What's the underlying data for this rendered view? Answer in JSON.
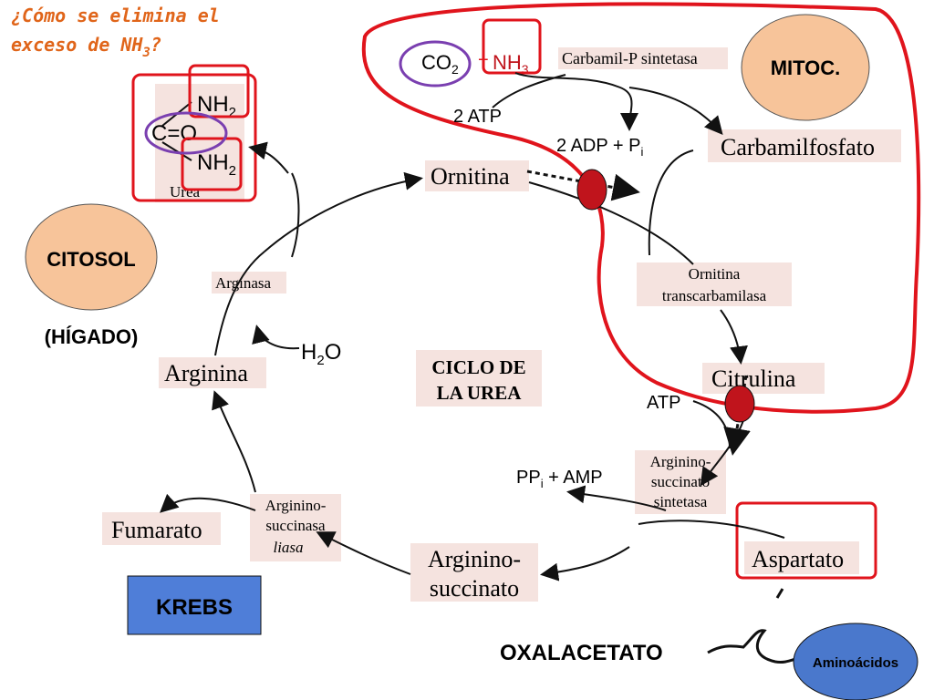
{
  "question": {
    "line1": "¿Cómo se elimina el",
    "line2_main": "exceso de NH",
    "line2_sub": "3",
    "line2_end": "?"
  },
  "compartments": {
    "mitochondria": "MITOC.",
    "cytosol": "CITOSOL",
    "liver": "(HÍGADO)"
  },
  "center_title": {
    "line1": "CICLO DE",
    "line2": "LA UREA"
  },
  "reactants": {
    "co2": "CO",
    "co2_sub": "2",
    "plus": "+",
    "nh3": "NH",
    "nh3_sub": "3",
    "atp_two": "2 ATP",
    "adp": "2 ADP + P",
    "adp_sub": "i",
    "atp": "ATP",
    "ppi_amp": "PP",
    "ppi_sub": "i",
    "ppi_rest": " + AMP",
    "h2o": "H",
    "h2o_sub": "2",
    "h2o_end": "O"
  },
  "urea": {
    "nh2_top": "NH",
    "nh2_top_sub": "2",
    "co": "C=O",
    "nh2_bot": "NH",
    "nh2_bot_sub": "2",
    "label": "Urea"
  },
  "metabolites": {
    "carbamilfosfato": "Carbamilfosfato",
    "ornitina": "Ornitina",
    "citrulina": "Citrulina",
    "arginina": "Arginina",
    "fumarato": "Fumarato",
    "aspartato": "Aspartato",
    "argininosuccinato_1": "Arginino-",
    "argininosuccinato_2": "succinato"
  },
  "enzymes": {
    "carbamil_p": "Carbamil-P sintetasa",
    "otc_1": "Ornitina",
    "otc_2": "transcarbamilasa",
    "arginasa": "Arginasa",
    "ass_1": "Arginino-",
    "ass_2": "succinato",
    "ass_3": "sintetasa",
    "asl_1": "Arginino-",
    "asl_2": "succinasa",
    "asl_3": "liasa"
  },
  "links": {
    "krebs": "KREBS",
    "oxalacetato": "OXALACETATO",
    "aminoacidos": "Aminoácidos"
  },
  "colors": {
    "red": "#e0141c",
    "purple": "#7a3fb0",
    "orange_text": "#e0651a",
    "peach": "#f7c49a",
    "blue_box": "#4f7ed8",
    "blue_ellipse": "#4a78cc",
    "dark_red_dot": "#c0141c",
    "label_bg": "#f5e3df"
  }
}
